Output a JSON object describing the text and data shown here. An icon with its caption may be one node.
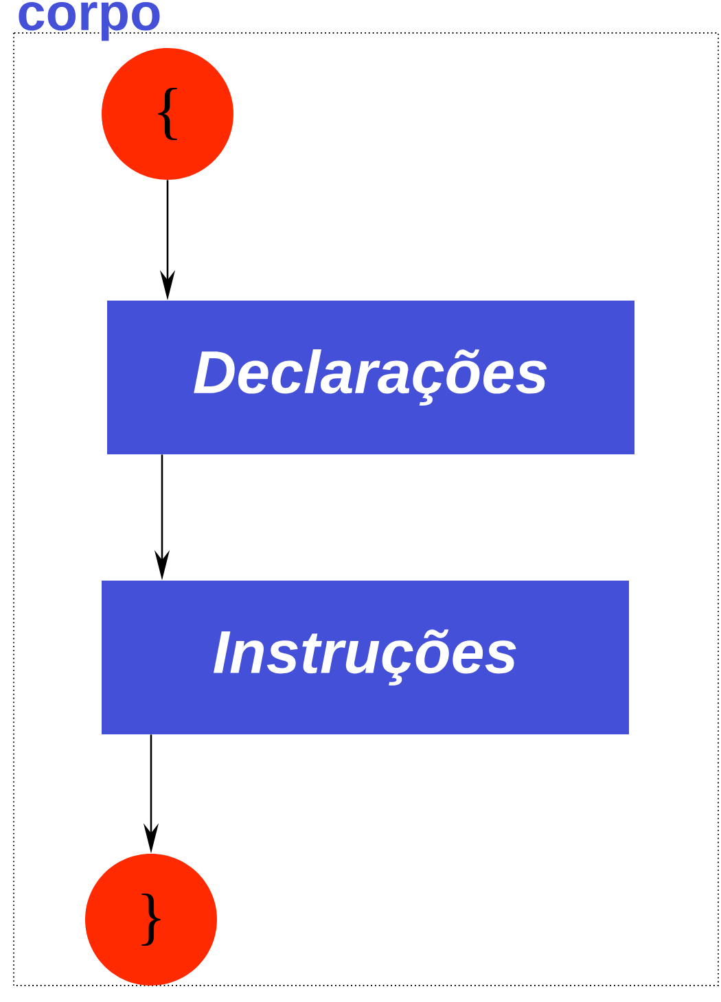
{
  "diagram": {
    "nodes": [
      {
        "text": [
          "corpo"
        ]
      },
      {
        "text": [
          "{"
        ],
        "in": 0
      },
      {
        "text": [
          "Declarações"
        ],
        "in": 0
      },
      {
        "text": [
          "Instruções"
        ],
        "in": 0
      },
      {
        "text": [
          "}"
        ],
        "in": 0
      }
    ],
    "edges": [
      {
        "from": 1,
        "to": 2,
        "arrow": "to"
      },
      {
        "from": 2,
        "to": 3,
        "arrow": "to"
      },
      {
        "from": 3,
        "to": 4,
        "arrow": "to"
      }
    ]
  }
}
